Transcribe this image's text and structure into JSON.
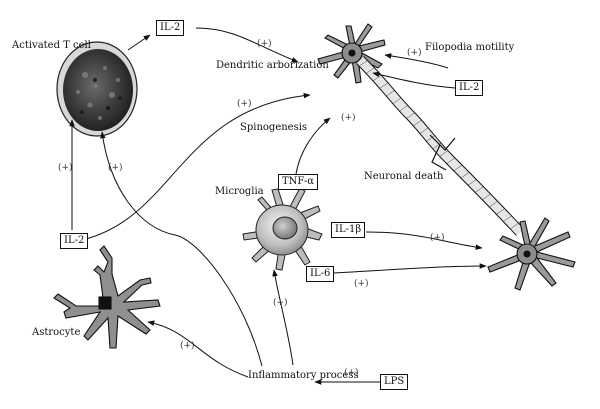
{
  "labels": {
    "activated_t_cell": "Activated T cell",
    "dendritic_arborization": "Dendritic arborization",
    "filopodia_motility": "Filopodia motility",
    "spinogenesis": "Spinogenesis",
    "microglia": "Microglia",
    "neuronal_death": "Neuronal death",
    "astrocyte": "Astrocyte",
    "inflammatory_process": "Inflammatory process"
  },
  "boxes": {
    "il2_top": "IL-2",
    "il2_right": "IL-2",
    "il2_left": "IL-2",
    "tnf_alpha": "TNF-α",
    "il1_beta": "IL-1β",
    "il6": "IL-6",
    "lps": "LPS"
  },
  "signs": {
    "positive": "(+)"
  }
}
